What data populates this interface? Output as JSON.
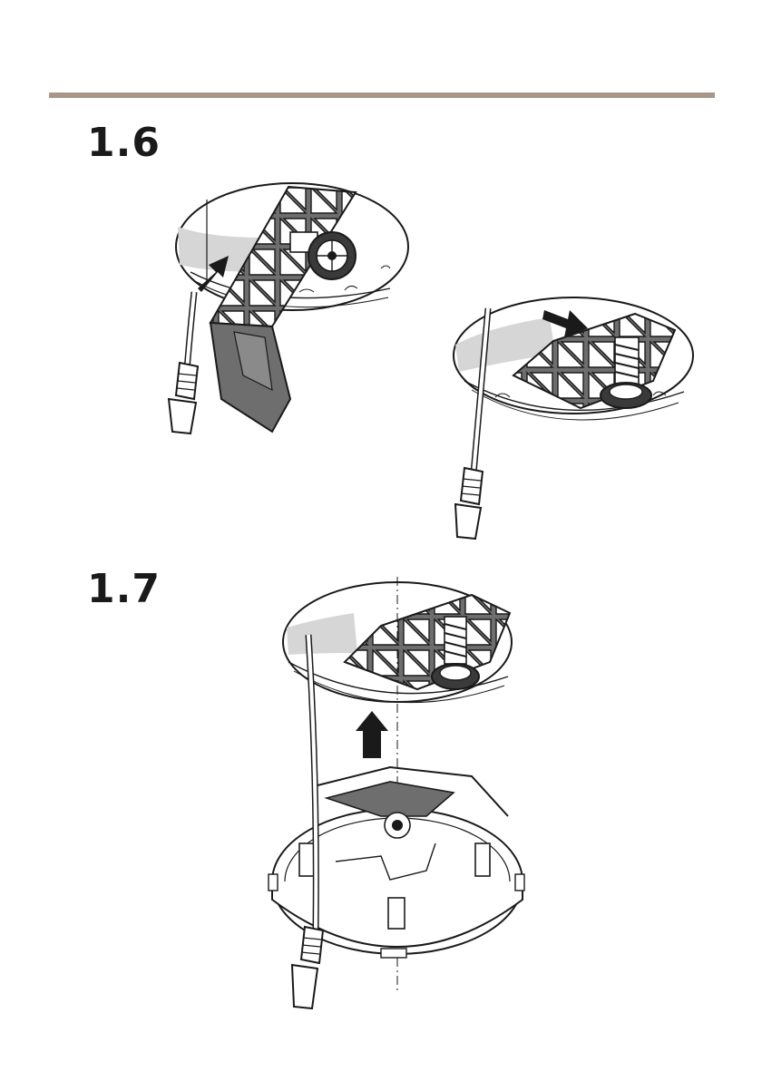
{
  "steps": [
    {
      "number": "1.6"
    },
    {
      "number": "1.7"
    }
  ],
  "colors": {
    "rule": "#a8968a",
    "line": "#1a1a1a",
    "bracket": "#6e6e6e",
    "ceiling_shade": "#d6d6d6"
  },
  "illustrations": {
    "step_1_6": [
      "bracket-attach-illustration",
      "screw-tighten-illustration"
    ],
    "step_1_7": [
      "mount-raise-illustration"
    ]
  }
}
